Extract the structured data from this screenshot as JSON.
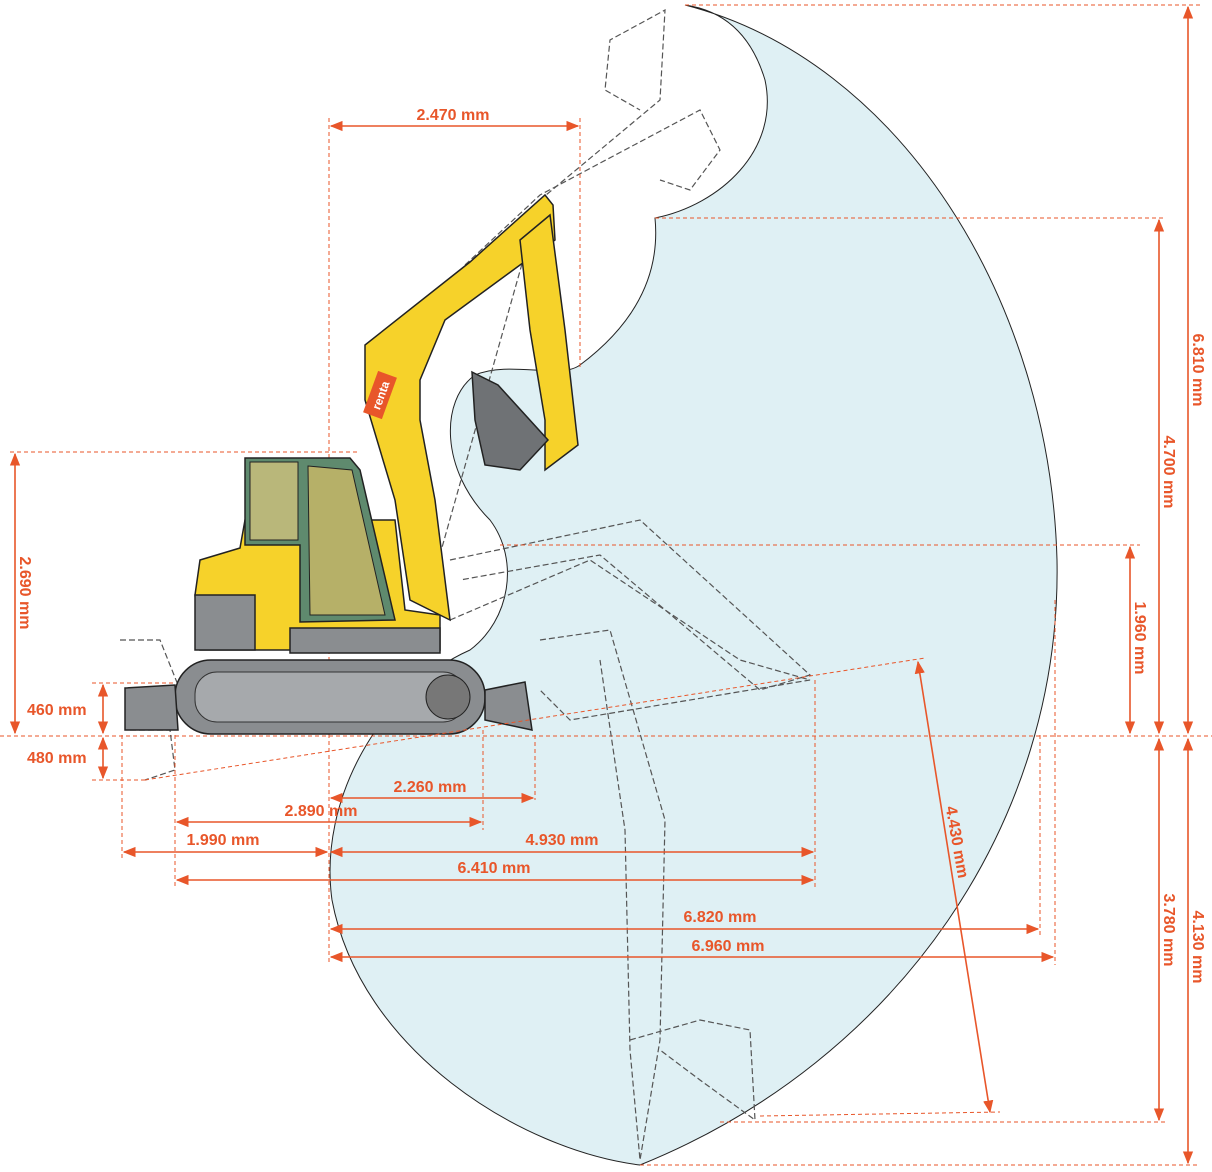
{
  "diagram": {
    "title": "Excavator working range",
    "logo_text": "renta",
    "colors": {
      "dimension": "#e8562a",
      "envelope": "#dff0f4",
      "machine_yellow": "#f6d22a",
      "cab_green": "#5f8a6e",
      "undercarriage": "#8a8d90"
    },
    "dimensions": {
      "boom_offset_top": "2.470 mm",
      "machine_height": "2.690 mm",
      "blade_lift": "460 mm",
      "blade_depth": "480 mm",
      "min_swing_radius": "2.260 mm",
      "track_length": "2.890 mm",
      "blade_distance": "1.990 mm",
      "transport_length_front": "4.930 mm",
      "transport_length": "6.410 mm",
      "reach_ground": "6.820 mm",
      "max_reach": "6.960 mm",
      "vertical_wall_depth": "4.430 mm",
      "max_height": "6.810 mm",
      "dump_height": "4.700 mm",
      "transport_height_front": "1.960 mm",
      "dig_depth": "3.780 mm",
      "max_dig_depth": "4.130 mm"
    }
  }
}
